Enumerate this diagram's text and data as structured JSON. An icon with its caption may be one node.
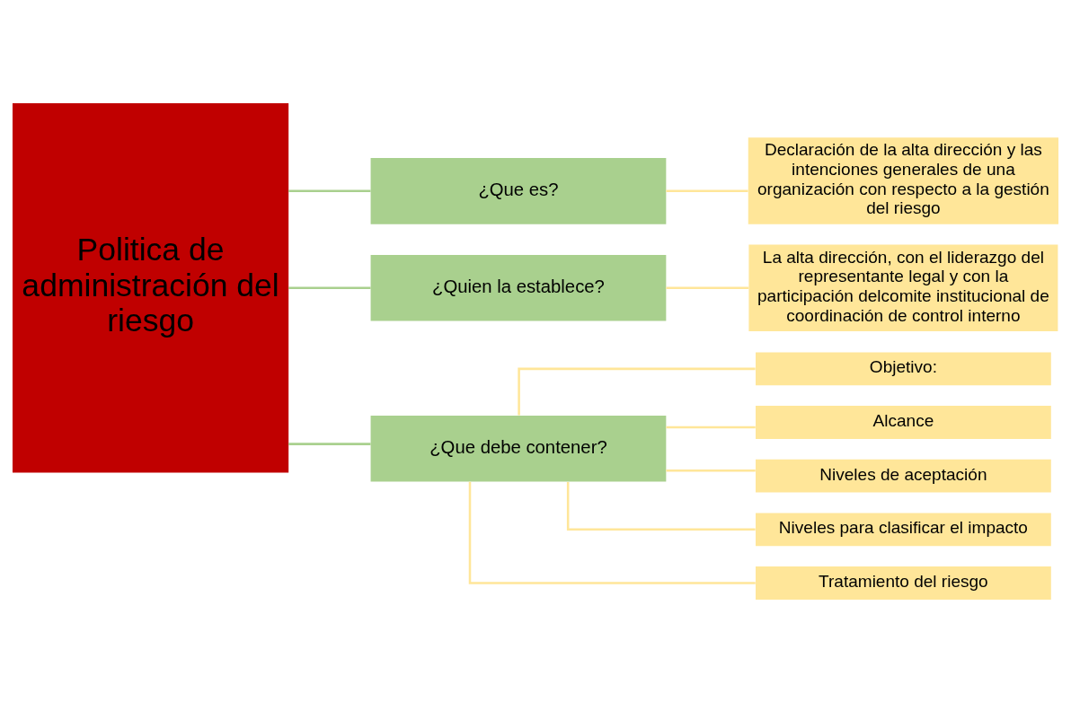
{
  "diagram": {
    "nodes": [
      {
        "text": [
          "Politica de administración del riesgo"
        ]
      },
      {
        "text": [
          "¿Que es?"
        ]
      },
      {
        "text": [
          "¿Quien la establece?"
        ]
      },
      {
        "text": [
          "¿Que debe contener?"
        ]
      },
      {
        "text": [
          "Declaración de la alta dirección y las intenciones generales de una organización con respecto a la gestión del riesgo"
        ]
      },
      {
        "text": [
          "La alta dirección, con el liderazgo del representante legal y con la participación delcomite institucional de coordinación de control interno"
        ]
      },
      {
        "text": [
          "Objetivo:"
        ]
      },
      {
        "text": [
          "Alcance"
        ]
      },
      {
        "text": [
          "Niveles de aceptación"
        ]
      },
      {
        "text": [
          "Niveles para clasificar el impacto"
        ]
      },
      {
        "text": [
          "Tratamiento del riesgo"
        ]
      }
    ],
    "edges": [
      {
        "from": 0,
        "to": 1,
        "arrow": "none",
        "color": "#a9d08e"
      },
      {
        "from": 0,
        "to": 2,
        "arrow": "none",
        "color": "#a9d08e"
      },
      {
        "from": 0,
        "to": 3,
        "arrow": "none",
        "color": "#a9d08e"
      },
      {
        "from": 1,
        "to": 4,
        "arrow": "none"
      },
      {
        "from": 2,
        "to": 5,
        "arrow": "none"
      },
      {
        "from": 3,
        "to": 6,
        "arrow": "none"
      },
      {
        "from": 3,
        "to": 7,
        "arrow": "none"
      },
      {
        "from": 3,
        "to": 8,
        "arrow": "none"
      },
      {
        "from": 3,
        "to": 9,
        "arrow": "none"
      },
      {
        "from": 3,
        "to": 10,
        "arrow": "none"
      }
    ]
  }
}
